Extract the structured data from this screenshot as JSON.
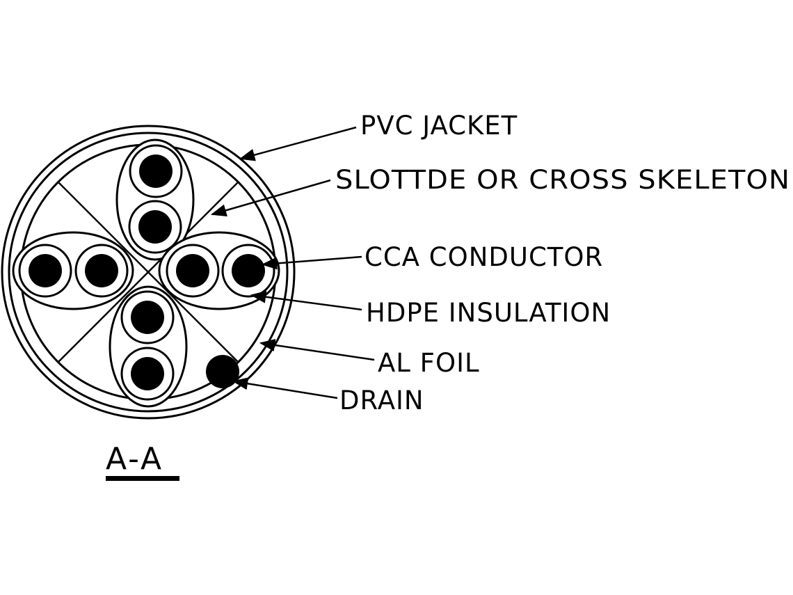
{
  "labels": {
    "pvc_jacket": "PVC JACKET",
    "skeleton": "SLOTTDE OR CROSS SKELETON",
    "cca_conductor": "CCA CONDUCTOR",
    "hdpe_insulation": "HDPE INSULATION",
    "al_foil": "AL FOIL",
    "drain": "DRAIN"
  },
  "section_label": "A-A",
  "colors": {
    "line": "#000000",
    "background": "#ffffff"
  }
}
